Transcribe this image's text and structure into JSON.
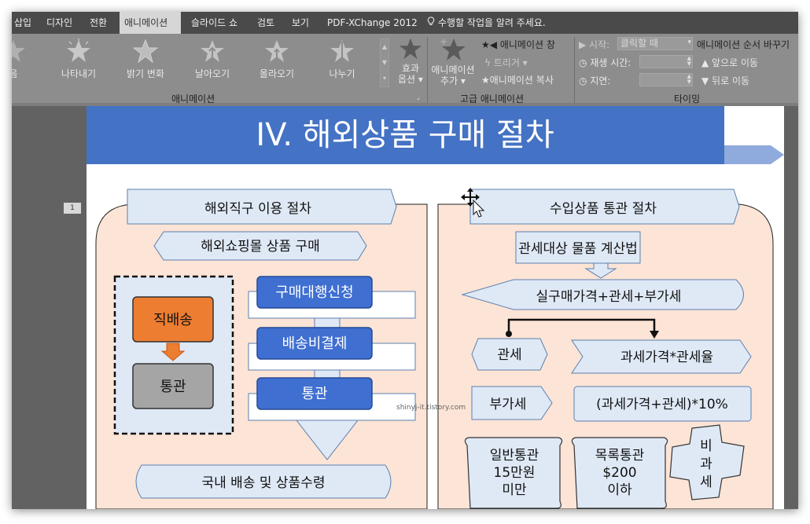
{
  "tabs": [
    {
      "label": "삽입",
      "active": false
    },
    {
      "label": "디자인",
      "active": false
    },
    {
      "label": "전환",
      "active": false
    },
    {
      "label": "애니메이션",
      "active": true
    },
    {
      "label": "슬라이드 쇼",
      "active": false
    },
    {
      "label": "검토",
      "active": false
    },
    {
      "label": "보기",
      "active": false
    },
    {
      "label": "PDF-XChange 2012",
      "active": false
    }
  ],
  "tell_me": "수행할 작업을 알려 주세요.",
  "ribbon": {
    "animations": [
      "음",
      "나타내기",
      "밝기 변화",
      "날아오기",
      "올라오기",
      "나누기"
    ],
    "effect_options": [
      "효과",
      "옵션 ▾"
    ],
    "add_animation": [
      "애니메이션",
      "추가 ▾"
    ],
    "animation_pane": "애니메이션 창",
    "trigger": "트리거 ▾",
    "animation_painter": "애니메이션 복사",
    "timing": {
      "start_label": "▶ 시작:",
      "start_value": "클릭할 때",
      "duration_label": "재생 시간:",
      "delay_label": "지연:",
      "reorder_title": "애니메이션 순서 바꾸기",
      "move_earlier": "▲ 앞으로 이동",
      "move_later": "▼ 뒤로 이동"
    },
    "group_labels": {
      "animation": "애니메이션",
      "advanced": "고급 애니메이션",
      "timing": "타이밍"
    }
  },
  "slide_number": "1",
  "slide": {
    "title": "IV. 해외상품 구매 절차",
    "left_panel_title": "해외직구 이용 절차",
    "left_step1": "해외쇼핑몰 상품 구매",
    "box_direct": "직배송",
    "box_customs": "통관",
    "blue_buttons": [
      "구매대행신청",
      "배송비결제",
      "통관"
    ],
    "left_final": "국내 배송 및 상품수령",
    "right_panel_title": "수입상품 통관 절차",
    "calc_title": "관세대상 물품 계산법",
    "formula": "실구매가격+관세+부가세",
    "row1_left": "관세",
    "row1_right": "과세가격*관세율",
    "row2_left": "부가세",
    "row2_right": "(과세가격+관세)*10%",
    "scroll1": [
      "일반통관",
      "15만원",
      "미만"
    ],
    "scroll2": [
      "목록통관",
      "$200",
      "이하"
    ],
    "cross": [
      "비",
      "과",
      "세"
    ],
    "watermark": "shinyj-it.tistory.com"
  },
  "colors": {
    "title_bar": "#4472c4",
    "panel_fill": "#fce4d6",
    "callout_fill": "#dfe9f6",
    "direct_fill": "#ed7d31",
    "customs_fill": "#a5a5a5",
    "blue_button": "#3f6fd1"
  }
}
